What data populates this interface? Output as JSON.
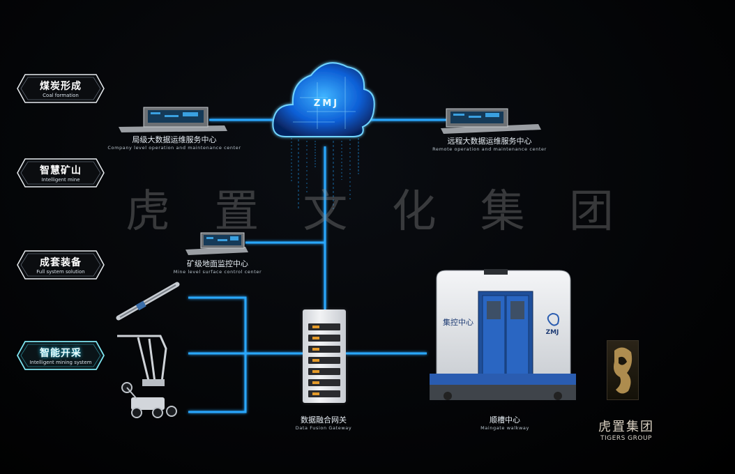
{
  "nav": [
    {
      "zh": "煤炭形成",
      "en": "Coal formation",
      "active": false
    },
    {
      "zh": "智慧矿山",
      "en": "Intelligent mine",
      "active": false
    },
    {
      "zh": "成套装备",
      "en": "Full system solution",
      "active": false
    },
    {
      "zh": "智能开采",
      "en": "Intelligent mining system",
      "active": true
    }
  ],
  "cloud": {
    "label": "ZMJ"
  },
  "nodes": {
    "company": {
      "zh": "局级大数据运维服务中心",
      "en": "Company level operation and maintenance center"
    },
    "remote": {
      "zh": "远程大数据运维服务中心",
      "en": "Remote operation and maintenance center"
    },
    "mine": {
      "zh": "矿级地面监控中心",
      "en": "Mine level surface control center"
    },
    "gateway": {
      "zh": "数据融合网关",
      "en": "Data Fusion Gateway"
    },
    "maingate": {
      "zh": "顺槽中心",
      "en": "Maingate walkway"
    }
  },
  "control_center": {
    "title": "集控中心",
    "brand": "ZMJ"
  },
  "watermark": [
    "虎",
    "置",
    "文",
    "化",
    "集",
    "团"
  ],
  "logo": {
    "zh": "虎置集团",
    "en": "TIGERS GROUP"
  },
  "colors": {
    "line": "#2aa8ff",
    "glow": "#27d6ff",
    "accent": "#e39a2a"
  }
}
